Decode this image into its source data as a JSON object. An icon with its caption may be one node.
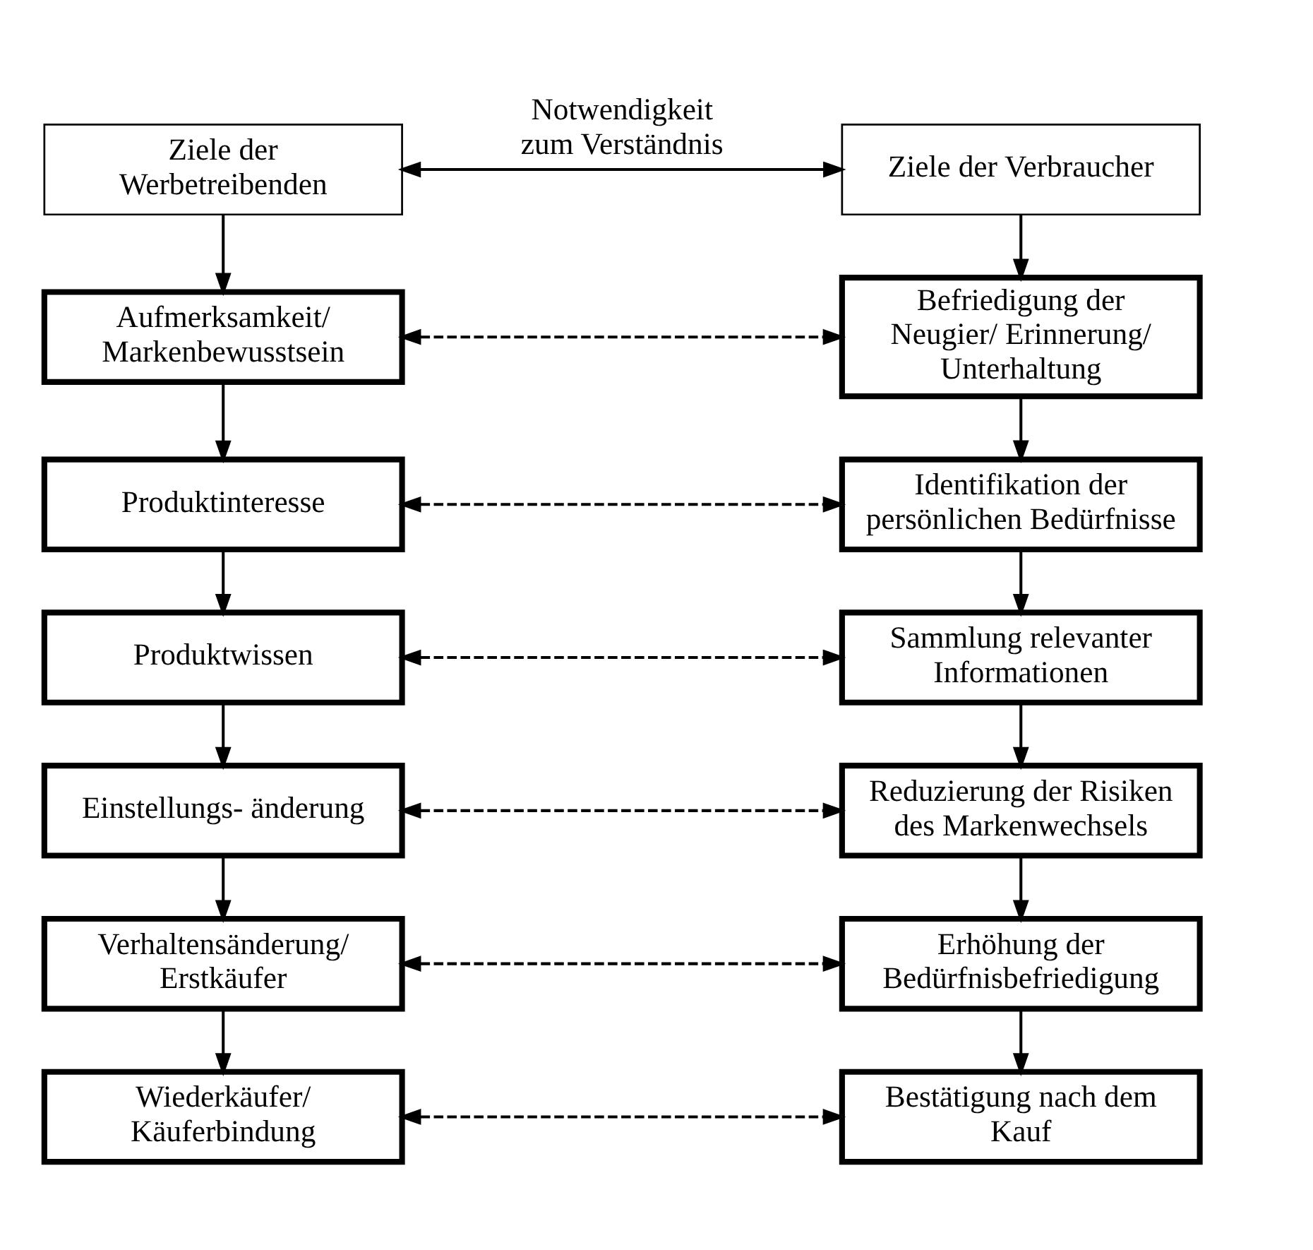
{
  "diagram": {
    "nodes": [
      {
        "text": [
          "Ziele der Werbetreibenden"
        ]
      },
      {
        "text": [
          "Ziele der Verbraucher"
        ]
      },
      {
        "text": [
          "Aufmerksamkeit/ Markenbewusstsein"
        ]
      },
      {
        "text": [
          "Befriedigung der Neugier/ Erinnerung/ Unterhaltung"
        ]
      },
      {
        "text": [
          "Produktinteresse"
        ]
      },
      {
        "text": [
          "Identifikation der persönlichen Bedürfnisse"
        ]
      },
      {
        "text": [
          "Produktwissen"
        ]
      },
      {
        "text": [
          "Sammlung relevanter Informationen"
        ]
      },
      {
        "text": [
          "Einstellungs- änderung"
        ]
      },
      {
        "text": [
          "Reduzierung der Risiken des Markenwechsels"
        ]
      },
      {
        "text": [
          "Verhaltensänderung/ Erstkäufer"
        ]
      },
      {
        "text": [
          "Erhöhung der Bedürfnisbefriedigung"
        ]
      },
      {
        "text": [
          "Wiederkäufer/ Käuferbindung"
        ]
      },
      {
        "text": [
          "Bestätigung nach dem Kauf"
        ]
      }
    ],
    "edges": [
      {
        "from": 0,
        "to": 1,
        "arrow": "both",
        "label": "Notwendigkeit zum Verständnis"
      },
      {
        "from": 0,
        "to": 2,
        "arrow": "to"
      },
      {
        "from": 1,
        "to": 3,
        "arrow": "to"
      },
      {
        "from": 2,
        "to": 3,
        "arrow": "both",
        "style": "dashed"
      },
      {
        "from": 2,
        "to": 4,
        "arrow": "to"
      },
      {
        "from": 3,
        "to": 5,
        "arrow": "to"
      },
      {
        "from": 4,
        "to": 5,
        "arrow": "both",
        "style": "dashed"
      },
      {
        "from": 4,
        "to": 6,
        "arrow": "to"
      },
      {
        "from": 5,
        "to": 7,
        "arrow": "to"
      },
      {
        "from": 6,
        "to": 7,
        "arrow": "both",
        "style": "dashed"
      },
      {
        "from": 6,
        "to": 8,
        "arrow": "to"
      },
      {
        "from": 7,
        "to": 9,
        "arrow": "to"
      },
      {
        "from": 8,
        "to": 9,
        "arrow": "both",
        "style": "dashed"
      },
      {
        "from": 8,
        "to": 10,
        "arrow": "to"
      },
      {
        "from": 9,
        "to": 11,
        "arrow": "to"
      },
      {
        "from": 10,
        "to": 11,
        "arrow": "both",
        "style": "dashed"
      },
      {
        "from": 10,
        "to": 12,
        "arrow": "to"
      },
      {
        "from": 11,
        "to": 13,
        "arrow": "to"
      },
      {
        "from": 12,
        "to": 13,
        "arrow": "both",
        "style": "dashed"
      }
    ]
  }
}
